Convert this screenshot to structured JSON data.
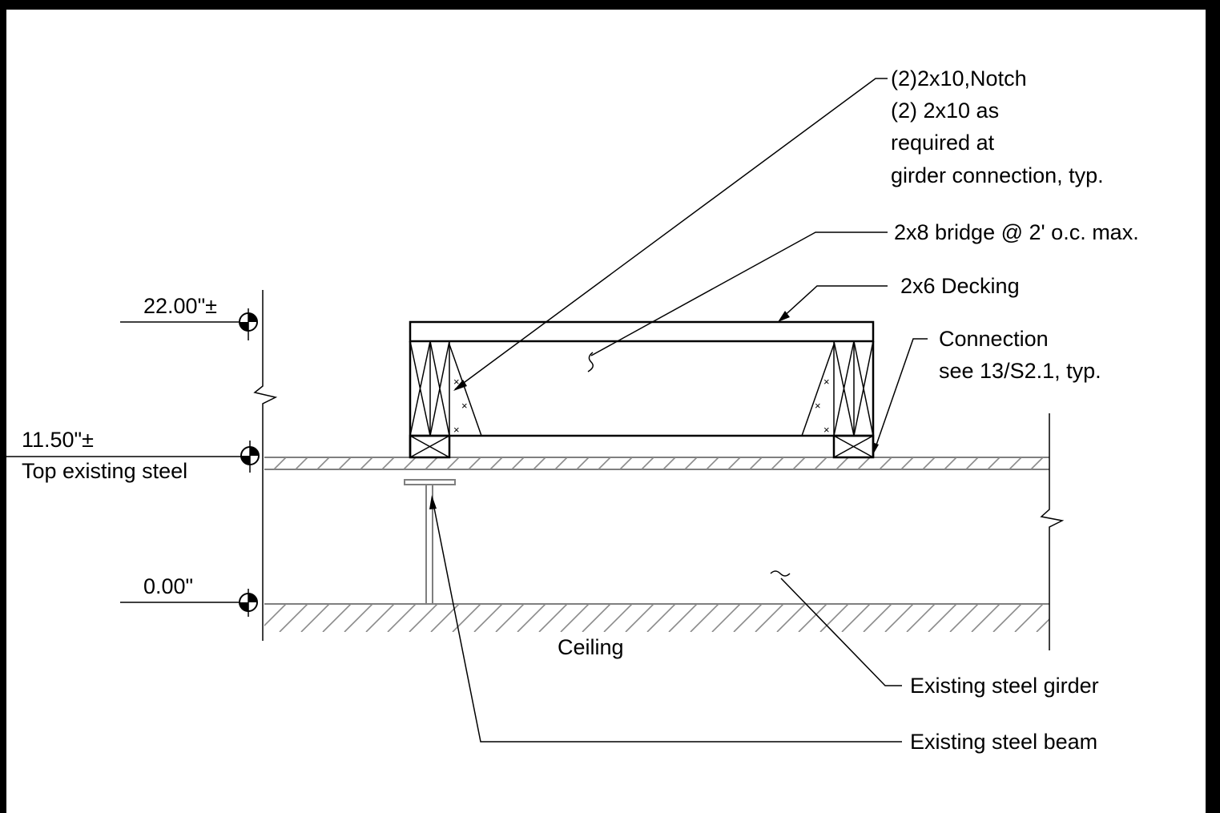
{
  "elevations": {
    "top": "22.00\"±",
    "mid": "11.50\"±",
    "mid_note": "Top existing steel",
    "base": "0.00\""
  },
  "callouts": {
    "notch_lines": [
      "(2)2x10,Notch",
      "(2) 2x10 as",
      "required at",
      "girder connection, typ."
    ],
    "bridge": "2x8 bridge @ 2' o.c. max.",
    "decking": "2x6 Decking",
    "connection_lines": [
      "Connection",
      "see 13/S2.1, typ."
    ],
    "girder": "Existing steel girder",
    "beam": "Existing steel beam"
  },
  "labels": {
    "ceiling": "Ceiling"
  },
  "colors": {
    "ink": "#000000",
    "existing": "#7f7f7f"
  }
}
